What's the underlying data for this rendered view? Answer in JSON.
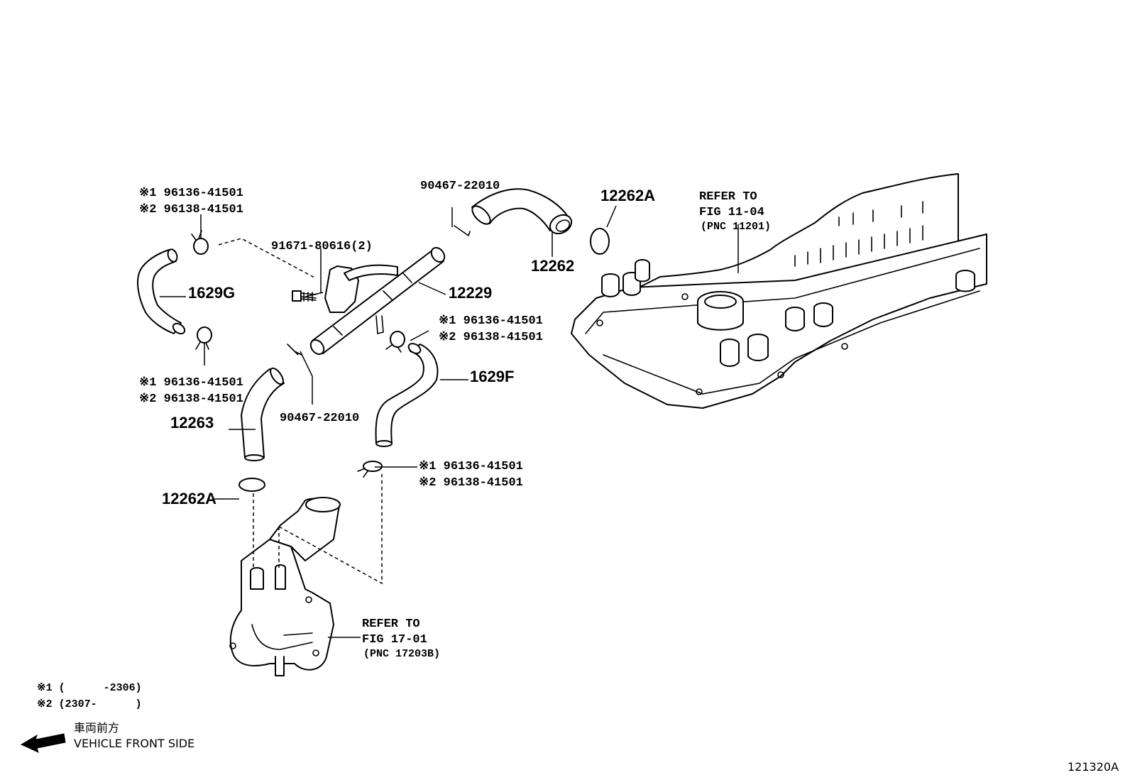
{
  "labels": {
    "clamp_top_left": [
      "※1 96136-41501",
      "※2 96138-41501"
    ],
    "clamp_mid_left": [
      "※1 96136-41501",
      "※2 96138-41501"
    ],
    "clamp_mid_right": [
      "※1 96136-41501",
      "※2 96138-41501"
    ],
    "clamp_lower": [
      "※1 96136-41501",
      "※2 96138-41501"
    ],
    "bolt": "91671-80616(2)",
    "clip_top": "90467-22010",
    "clip_mid": "90467-22010",
    "hose_1629g": "1629G",
    "hose_1629f": "1629F",
    "pipe_12229": "12229",
    "hose_12262": "12262",
    "hose_12263": "12263",
    "gasket_12262a_top": "12262A",
    "gasket_12262a_low": "12262A",
    "refer_cover": [
      "REFER TO",
      "FIG 11-04",
      "(PNC 11201)"
    ],
    "refer_housing": [
      "REFER TO",
      "FIG 17-01",
      "(PNC 17203B)"
    ]
  },
  "notes": {
    "note1": "※1 (      -2306)",
    "note2": "※2 (2307-      )",
    "front_jp": "車両前方",
    "front_en": "VEHICLE FRONT SIDE"
  },
  "figure_id": "121320A"
}
